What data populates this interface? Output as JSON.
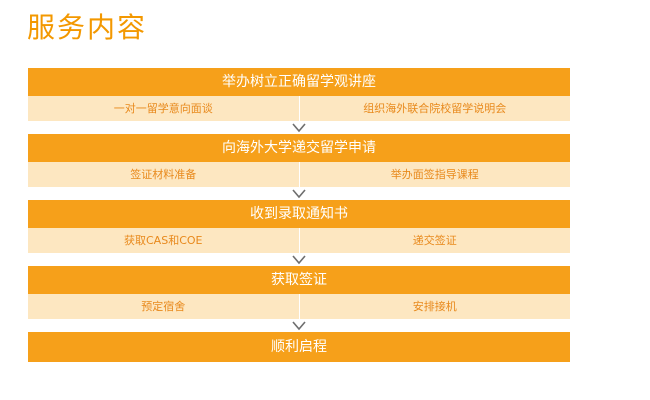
{
  "title": "服务内容",
  "steps": [
    {
      "label": "举办树立正确留学观讲座",
      "subs": [
        "一对一留学意向面谈",
        "组织海外联合院校留学说明会"
      ]
    },
    {
      "label": "向海外大学递交留学申请",
      "subs": [
        "签证材料准备",
        "举办面签指导课程"
      ]
    },
    {
      "label": "收到录取通知书",
      "subs": [
        "获取CAS和COE",
        "递交签证"
      ]
    },
    {
      "label": "获取签证",
      "subs": [
        "预定宿舍",
        "安排接机"
      ]
    },
    {
      "label": "顺利启程",
      "subs": []
    }
  ],
  "colors": {
    "accent": "#f39800",
    "header_bg": "#f6a01a",
    "sub_bg": "#fde7c1",
    "sub_text": "#e8891c"
  },
  "icons": {
    "connector": "chevron-down-icon"
  }
}
